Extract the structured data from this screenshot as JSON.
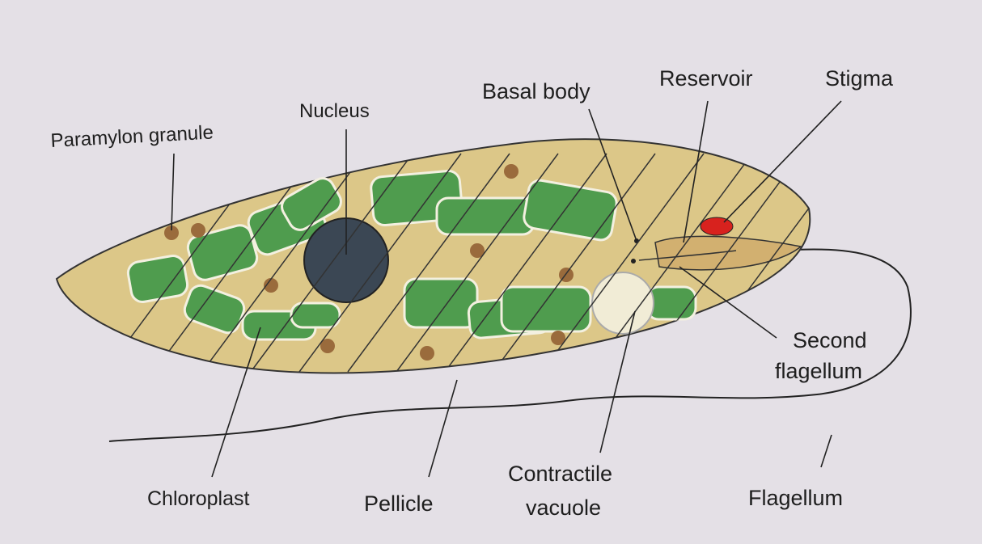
{
  "labels": {
    "paramylon_granule": "Paramylon granule",
    "nucleus": "Nucleus",
    "basal_body": "Basal body",
    "reservoir": "Reservoir",
    "stigma": "Stigma",
    "second_flagellum_line1": "Second",
    "second_flagellum_line2": "flagellum",
    "flagellum": "Flagellum",
    "contractile_vacuole_line1": "Contractile",
    "contractile_vacuole_line2": "vacuole",
    "pellicle": "Pellicle",
    "chloroplast": "Chloroplast"
  },
  "colors": {
    "cytoplasm": "#dcc788",
    "chloroplast": "#4f9c4e",
    "nucleus": "#3b4754",
    "stigma": "#d8221e",
    "granule": "#9a6b3c",
    "background": "#e4e0e6"
  }
}
